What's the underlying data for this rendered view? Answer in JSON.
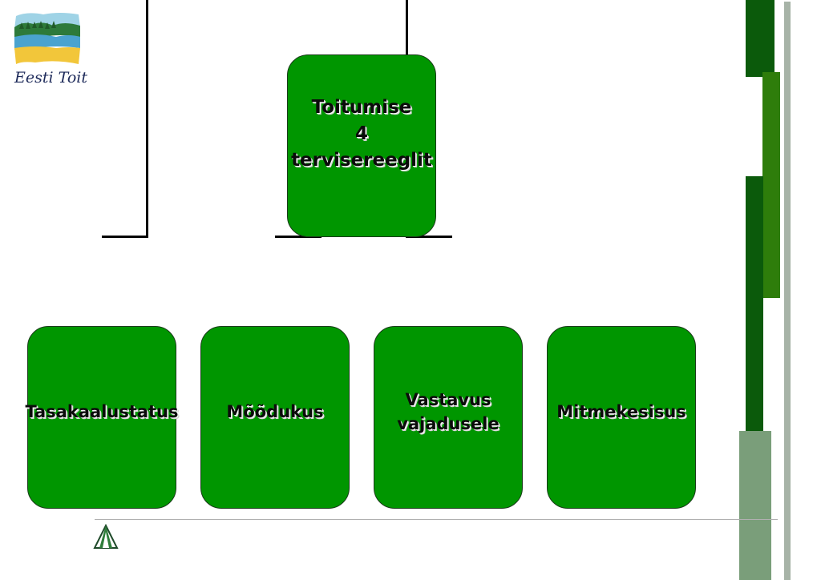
{
  "logo": {
    "text": "Eesti Toit"
  },
  "diagram": {
    "root": {
      "label": "Toitumise\n4\ntervisereeglit"
    },
    "children": [
      {
        "label": "Tasakaalustatus"
      },
      {
        "label": "Mõõdukus"
      },
      {
        "label": "Vastavus\nvajadusele"
      },
      {
        "label": "Mitmekesisus"
      }
    ]
  },
  "colors": {
    "box_fill": "#009600",
    "bar_dark": "#0b5a0b",
    "bar_mid": "#2e7d0b",
    "bar_pale": "#7a9e7a",
    "bar_grey": "#a7b3a7"
  }
}
